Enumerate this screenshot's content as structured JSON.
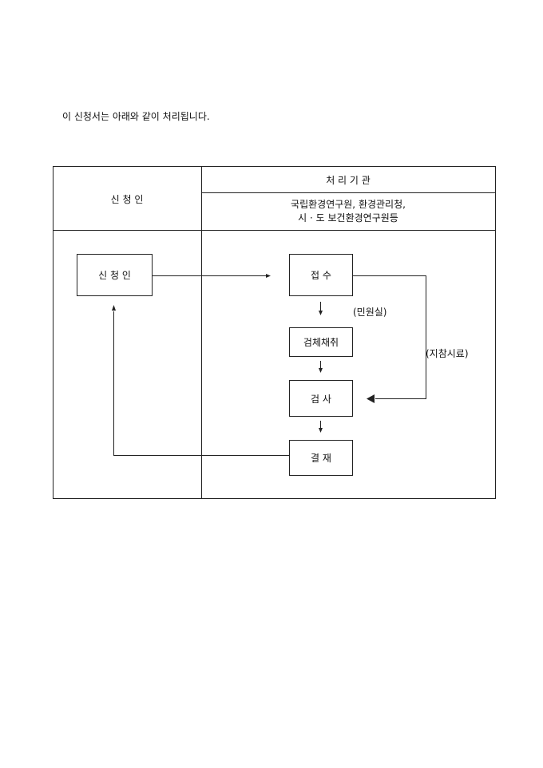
{
  "intro": "이 신청서는 아래와 같이 처리됩니다.",
  "table": {
    "applicant_header": "신 청 인",
    "agency_header": "처 리 기 관",
    "agency_line1": "국립환경연구원, 환경관리청,",
    "agency_line2": "시 · 도 보건환경연구원등"
  },
  "flow": {
    "applicant": "신 청 인",
    "reception": "접 수",
    "sampling": "검체채취",
    "inspection": "검 사",
    "approval": "결 재",
    "civil_office": "(민원실)",
    "bring_sample": "(지참시료)"
  }
}
